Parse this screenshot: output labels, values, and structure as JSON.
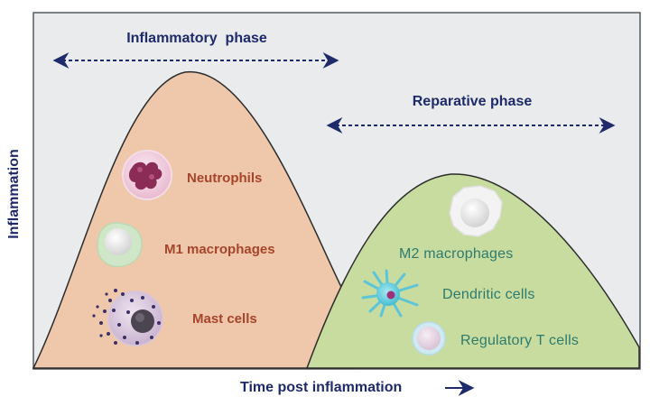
{
  "diagram": {
    "colors": {
      "background": "#e9ebec",
      "inflammatory_curve": "#efc8ab",
      "reparative_curve": "#c8dc9f",
      "arrow": "#1f2a6b",
      "label_red": "#a5452b",
      "label_green": "#2e7b6e"
    },
    "phases": {
      "inflammatory": "Inflammatory  phase",
      "reparative": "Reparative phase"
    },
    "axes": {
      "y_label": "Inflammation",
      "x_label": "Time post inflammation"
    },
    "inflammatory_cells": [
      {
        "label": "Neutrophils",
        "icon": "neutrophil-icon"
      },
      {
        "label": "M1 macrophages",
        "icon": "m1-macrophage-icon"
      },
      {
        "label": "Mast cells",
        "icon": "mast-cell-icon"
      }
    ],
    "reparative_cells": [
      {
        "label": "M2 macrophages",
        "icon": "m2-macrophage-icon"
      },
      {
        "label": "Dendritic cells",
        "icon": "dendritic-cell-icon"
      },
      {
        "label": "Regulatory T cells",
        "icon": "regulatory-t-cell-icon"
      }
    ]
  }
}
